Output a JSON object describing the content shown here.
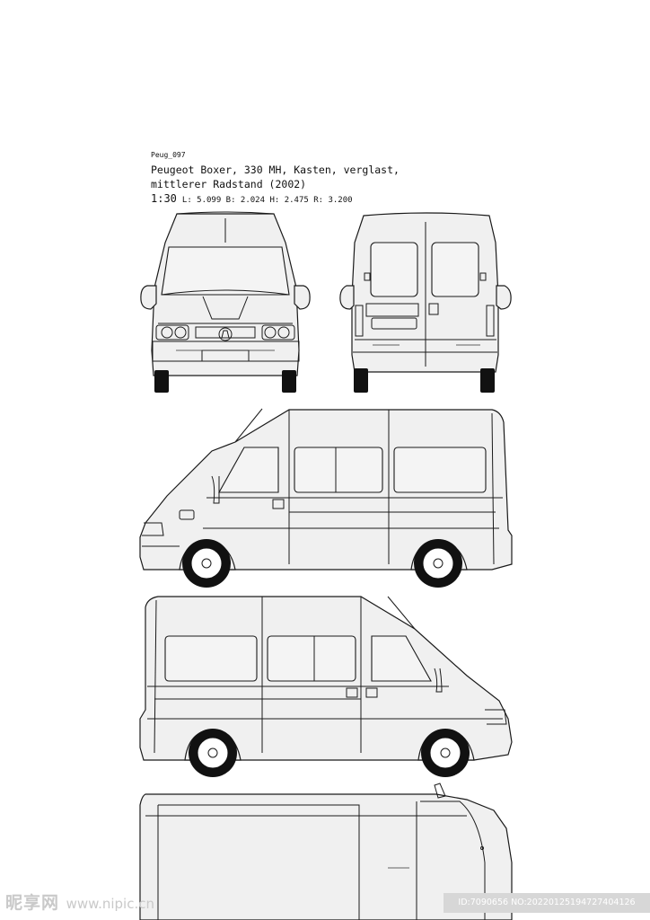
{
  "header": {
    "code": "Peug_097",
    "title_line1": "Peugeot Boxer, 330 MH, Kasten, verglast,",
    "title_line2": "mittlerer Radstand (2002)",
    "scale": "1:30",
    "dims": "L: 5.099   B: 2.024   H: 2.475   R: 3.200"
  },
  "watermark": {
    "site": "昵享网",
    "url": "www.nipic.cn",
    "id": "ID:7090656 NO:20220125194727404126"
  },
  "icons": [
    "peugeot-lion-emblem"
  ]
}
